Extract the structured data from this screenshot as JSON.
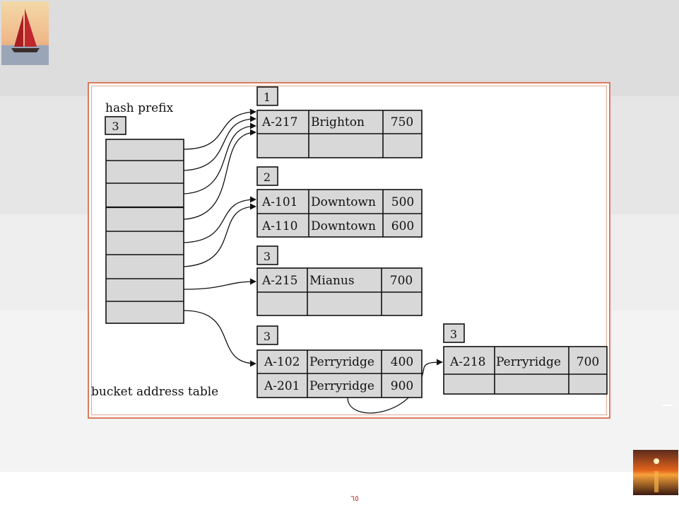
{
  "diagram": {
    "labels": {
      "hash_prefix": "hash prefix",
      "bucket_address_table": "bucket address table"
    },
    "global_depth": "3",
    "buckets": [
      {
        "local_depth": "1",
        "records": [
          [
            "A-217",
            "Brighton",
            "750"
          ],
          [
            "",
            "",
            ""
          ]
        ]
      },
      {
        "local_depth": "2",
        "records": [
          [
            "A-101",
            "Downtown",
            "500"
          ],
          [
            "A-110",
            "Downtown",
            "600"
          ]
        ]
      },
      {
        "local_depth": "3",
        "records": [
          [
            "A-215",
            "Mianus",
            "700"
          ],
          [
            "",
            "",
            ""
          ]
        ]
      },
      {
        "local_depth": "3",
        "records": [
          [
            "A-102",
            "Perryridge",
            "400"
          ],
          [
            "A-201",
            "Perryridge",
            "900"
          ]
        ]
      },
      {
        "local_depth": "3",
        "records": [
          [
            "A-218",
            "Perryridge",
            "700"
          ],
          [
            "",
            "",
            ""
          ]
        ]
      }
    ]
  },
  "footer": {
    "page_number": "٦٥"
  },
  "theme": {
    "frame_color": "#d97a5e",
    "cell_fill": "#d8d8d8"
  }
}
